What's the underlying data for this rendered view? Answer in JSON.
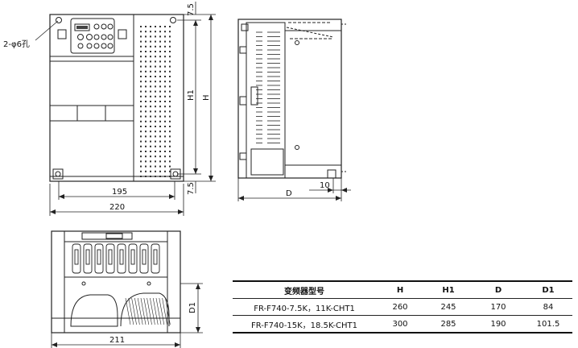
{
  "labels": {
    "hole_note": "2-φ6孔",
    "top_margin": "7.5",
    "bottom_margin": "7.5",
    "h1": "H1",
    "h": "H",
    "width_195": "195",
    "width_220": "220",
    "depth_d": "D",
    "depth_10": "10",
    "d1": "D1",
    "width_211": "211"
  },
  "table": {
    "headers": [
      "变频器型号",
      "H",
      "H1",
      "D",
      "D1"
    ],
    "rows": [
      [
        "FR-F740-7.5K，11K-CHT1",
        "260",
        "245",
        "170",
        "84"
      ],
      [
        "FR-F740-15K，18.5K-CHT1",
        "300",
        "285",
        "190",
        "101.5"
      ]
    ]
  }
}
